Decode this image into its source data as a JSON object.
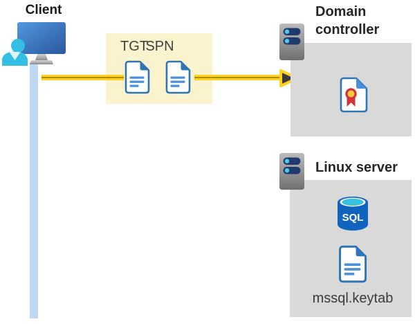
{
  "diagram": {
    "client": {
      "label": "Client"
    },
    "token_box": {
      "tgt_label": "TGT",
      "spn_label": "SPN"
    },
    "domain_controller": {
      "label": "Domain controller"
    },
    "linux_server": {
      "label": "Linux server",
      "sql_label": "SQL",
      "keytab_label": "mssql.keytab"
    }
  },
  "icons": [
    "client-workstation-icon",
    "person-icon",
    "document-icon-tgt",
    "document-icon-spn",
    "server-icon-domain-controller",
    "certificate-icon",
    "server-icon-linux",
    "sql-database-icon",
    "document-icon-keytab",
    "arrow-right-icon"
  ],
  "colors": {
    "arrow_yellow": "#FFD21E",
    "arrow_gold": "#AD8B00",
    "arrow_head_dark": "#3A3A3A",
    "token_box_bg": "#FBF3CE",
    "panel_bg": "#D9D9D9",
    "doc_border_blue": "#2E75B6",
    "doc_line_blue": "#4A90D9",
    "sql_body_blue": "#1164BE",
    "sql_top_cyan": "#35C1E0",
    "person_cyan": "#35BEE3",
    "connector_light_blue": "#BFD9F5",
    "cert_ribbon_red": "#D13438",
    "cert_seal_yellow": "#FFC83D",
    "server_slot_navy": "#1F3A6E",
    "server_dot_cyan": "#4DC9E8",
    "heading_text": "#262626",
    "secondary_text": "#404040"
  }
}
